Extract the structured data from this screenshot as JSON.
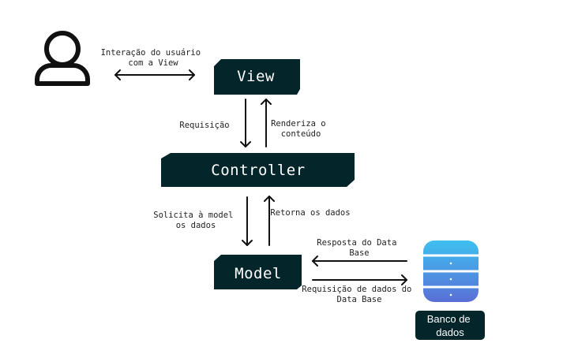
{
  "nodes": {
    "view": "View",
    "controller": "Controller",
    "model": "Model",
    "database": [
      "Banco de",
      "dados"
    ]
  },
  "edges": {
    "user_view": [
      "Interação do usuário",
      "com a View"
    ],
    "requisicao": [
      "Requisição"
    ],
    "renderiza": [
      "Renderiza o",
      "conteúdo"
    ],
    "solicita": [
      "Solicita à model",
      "os dados"
    ],
    "retorna": [
      "Retorna os dados"
    ],
    "resposta_db": [
      "Resposta do Data",
      "Base"
    ],
    "requisicao_db": [
      "Requisição de dados do",
      "Data Base"
    ]
  },
  "colors": {
    "box": "#04262a",
    "arrow": "#111111",
    "user_icon": "#111111",
    "db_top": "#3ec0f0",
    "db_bottom": "#5a6fd6"
  },
  "icons": {
    "user": "user-icon",
    "database": "database-icon"
  }
}
